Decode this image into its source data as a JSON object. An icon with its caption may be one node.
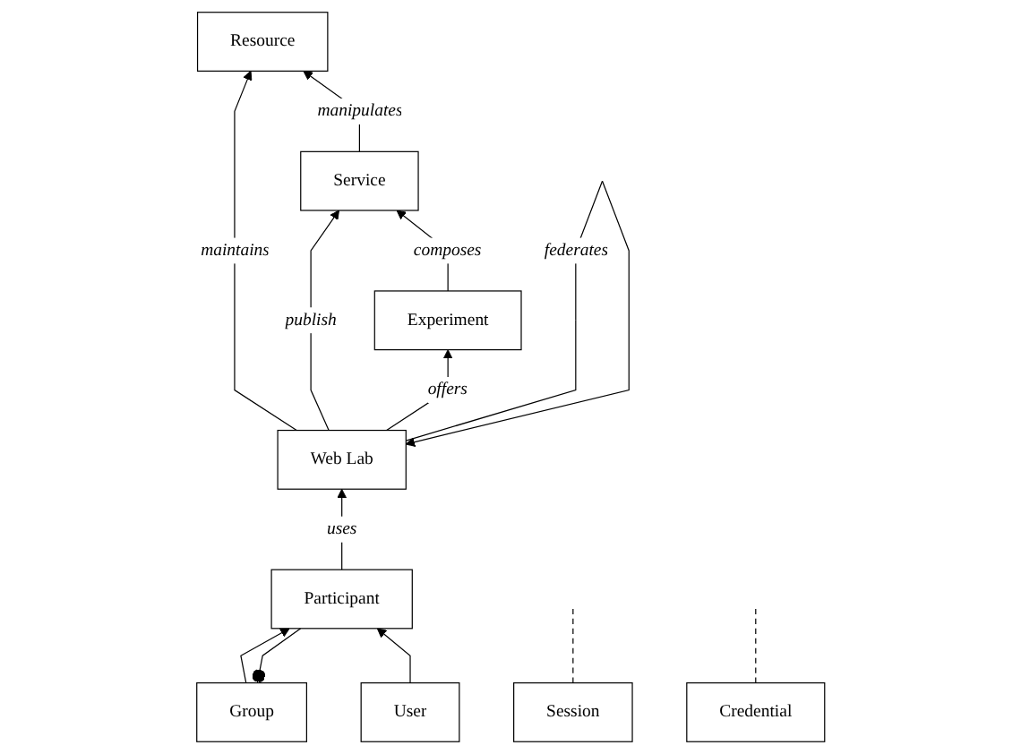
{
  "diagram": {
    "nodes": [
      {
        "text": [
          "Resource"
        ]
      },
      {
        "text": [
          "Service"
        ]
      },
      {
        "text": [
          "Web Lab"
        ]
      },
      {
        "text": [
          "Experiment"
        ]
      },
      {
        "text": [
          "Credential"
        ]
      },
      {
        "text": [
          "Session"
        ]
      },
      {
        "text": [
          "Group"
        ]
      },
      {
        "text": [
          "Participant"
        ]
      },
      {
        "text": [
          "User"
        ]
      }
    ],
    "edges": [
      {
        "from": 1,
        "to": 0,
        "arrow": "to",
        "label": "manipulates"
      },
      {
        "from": 3,
        "to": 1,
        "arrow": "to",
        "label": "composes"
      },
      {
        "from": 2,
        "to": 0,
        "arrow": "to",
        "label": "maintains"
      },
      {
        "from": 2,
        "to": 1,
        "arrow": "to",
        "label": "publish"
      },
      {
        "from": 2,
        "to": 3,
        "arrow": "to",
        "label": "offers"
      },
      {
        "from": 2,
        "to": 2,
        "arrow": "to",
        "label": "federates"
      },
      {
        "from": 7,
        "to": 2,
        "arrow": "to",
        "label": "uses"
      },
      {
        "from": 5,
        "to": null,
        "arrow": "none",
        "style": "dashed"
      },
      {
        "from": 4,
        "to": null,
        "arrow": "none",
        "style": "dashed"
      },
      {
        "from": 7,
        "to": 6,
        "arrow": "other"
      },
      {
        "from": 6,
        "to": 7,
        "arrow": "to"
      },
      {
        "from": 8,
        "to": 7,
        "arrow": "to"
      }
    ]
  }
}
